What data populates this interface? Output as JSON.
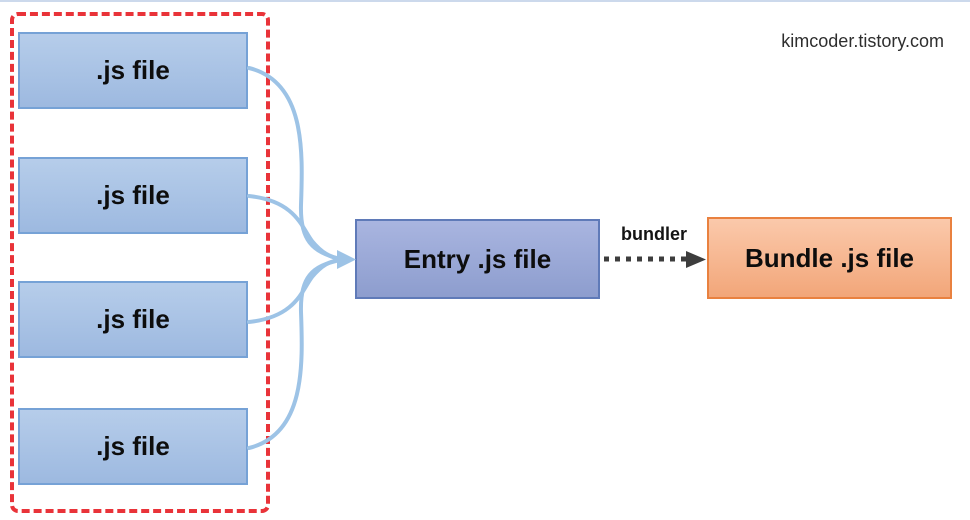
{
  "watermark": "kimcoder.tistory.com",
  "diagram": {
    "source_files": [
      {
        "label": ".js file"
      },
      {
        "label": ".js file"
      },
      {
        "label": ".js file"
      },
      {
        "label": ".js file"
      }
    ],
    "entry": {
      "label": "Entry .js file"
    },
    "bundle": {
      "label": "Bundle .js file"
    },
    "bundler_label": "bundler"
  },
  "colors": {
    "source_box_fill_top": "#b6cdea",
    "source_box_fill_bottom": "#9db9e0",
    "source_box_border": "#76a2d6",
    "entry_box_fill_top": "#a9b5e0",
    "entry_box_fill_bottom": "#8d9dce",
    "entry_box_border": "#5f7ab8",
    "bundle_box_fill_top": "#fbc9ab",
    "bundle_box_fill_bottom": "#f2a679",
    "bundle_box_border": "#e9813f",
    "group_dashed_border": "#e93339",
    "flow_arrow": "#9dc3e6",
    "bundler_arrow": "#3d3d3d",
    "top_divider": "#ccd9ec"
  }
}
